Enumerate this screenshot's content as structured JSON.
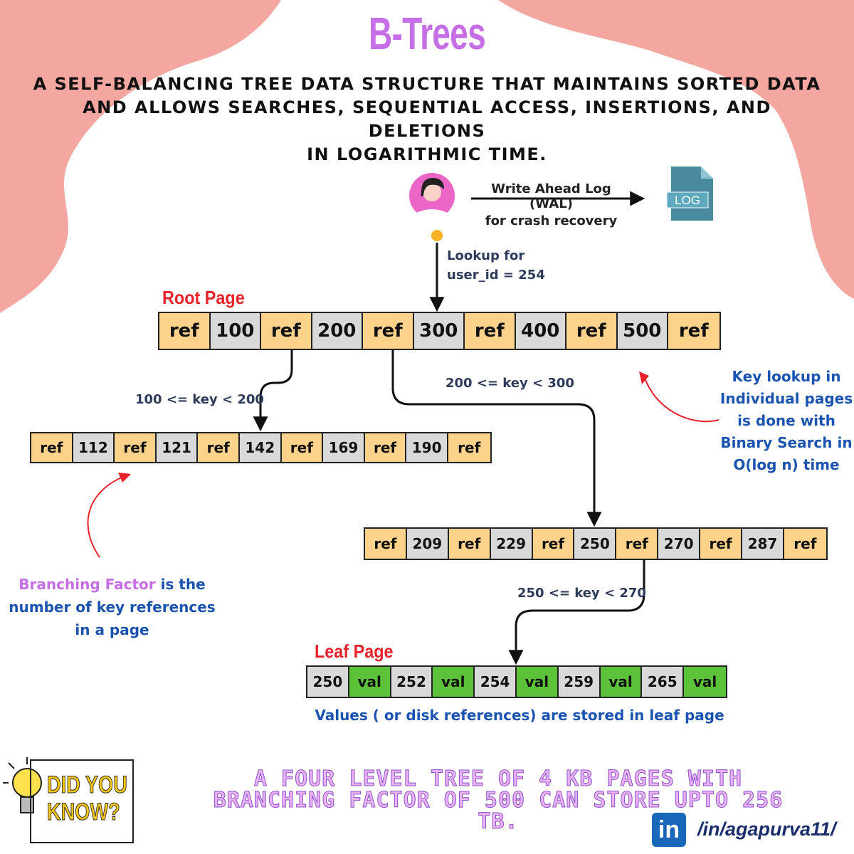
{
  "title": "B-Trees",
  "subtitle": [
    "A SELF-BALANCING TREE DATA STRUCTURE THAT MAINTAINS SORTED DATA",
    "AND ALLOWS SEARCHES, SEQUENTIAL ACCESS, INSERTIONS, AND DELETIONS",
    "IN LOGARITHMIC TIME."
  ],
  "wal": {
    "line1": "Write Ahead Log (WAL)",
    "line2": "for crash recovery",
    "file_label": "LOG"
  },
  "lookup": {
    "line1": "Lookup for",
    "line2": "user_id = 254"
  },
  "root_label": "Root Page",
  "leaf_label": "Leaf Page",
  "root_page": [
    "ref",
    "100",
    "ref",
    "200",
    "ref",
    "300",
    "ref",
    "400",
    "ref",
    "500",
    "ref"
  ],
  "page_100_200": [
    "ref",
    "112",
    "ref",
    "121",
    "ref",
    "142",
    "ref",
    "169",
    "ref",
    "190",
    "ref"
  ],
  "page_200_300": [
    "ref",
    "209",
    "ref",
    "229",
    "ref",
    "250",
    "ref",
    "270",
    "ref",
    "287",
    "ref"
  ],
  "leaf_page": [
    "250",
    "val",
    "252",
    "val",
    "254",
    "val",
    "259",
    "val",
    "265",
    "val"
  ],
  "edges": {
    "e1": "100 <= key < 200",
    "e2": "200 <= key < 300",
    "e3": "250 <= key < 270"
  },
  "notes": {
    "binary_search": [
      "Key lookup in",
      "Individual pages",
      "is done with",
      "Binary Search in",
      "O(log n) time"
    ],
    "branching_a": "Branching Factor",
    "branching_b": " is the",
    "branching_c": "number of key references",
    "branching_d": "in a page",
    "leaf_values": "Values ( or disk references) are stored in leaf page"
  },
  "did_you_know": {
    "badge_line1": "DID YOU",
    "badge_line2": "KNOW?",
    "fact": [
      "A FOUR LEVEL TREE OF 4 KB PAGES WITH",
      "BRANCHING FACTOR OF 500 CAN STORE UPTO 256",
      "TB."
    ]
  },
  "linkedin": {
    "icon_text": "in",
    "handle": "/in/agapurva11/"
  },
  "colors": {
    "ref": "#fdd38b",
    "key": "#d9d9d9",
    "val": "#5cc23a",
    "title": "#c66ee6",
    "blob": "#f4a7a0",
    "accent_red": "#e8222a",
    "note_blue": "#1a54b0"
  }
}
